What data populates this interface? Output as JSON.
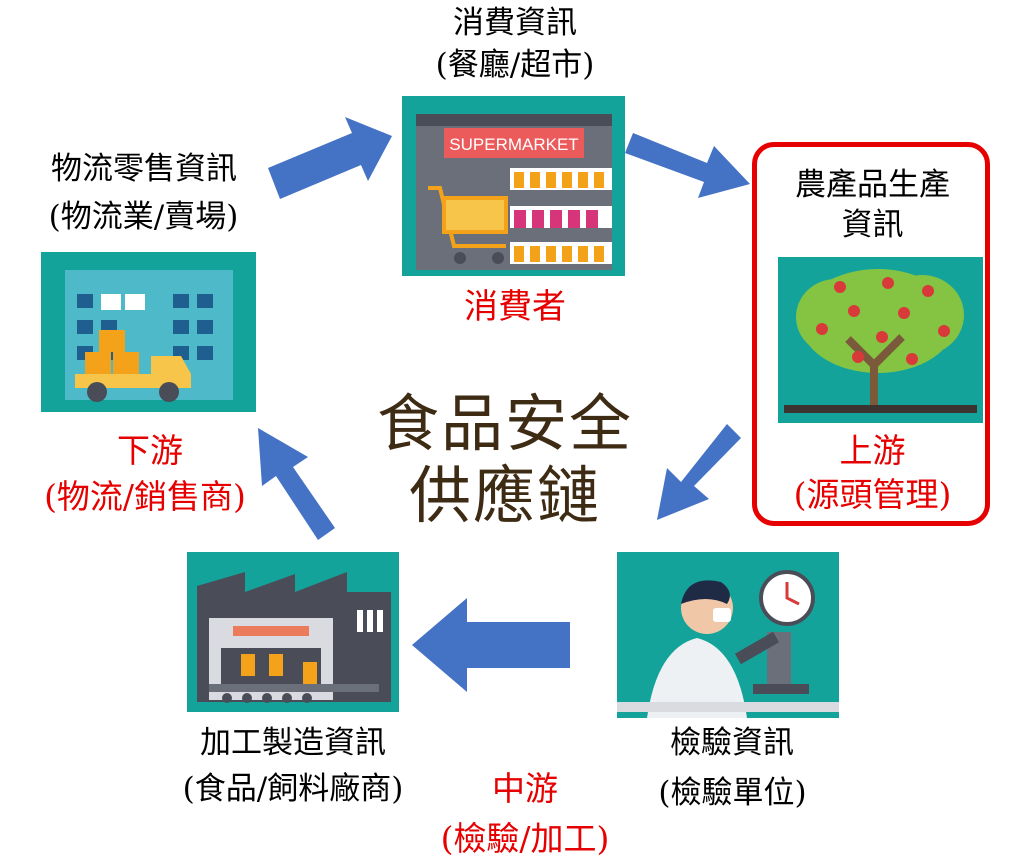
{
  "center_title": {
    "line1": "食品安全",
    "line2": "供應鏈"
  },
  "consumer": {
    "title": "消費資訊",
    "subtitle": "(餐廳/超市)",
    "role": "消費者",
    "sign": "SUPERMARKET"
  },
  "producer": {
    "title_line1": "農產品生產",
    "title_line2": "資訊",
    "role": "上游",
    "role_sub": "(源頭管理)"
  },
  "logistics": {
    "title": "物流零售資訊",
    "subtitle": "(物流業/賣場)",
    "role": "下游",
    "role_sub": "(物流/銷售商)"
  },
  "processing": {
    "title": "加工製造資訊",
    "subtitle": "(食品/飼料廠商)"
  },
  "inspection": {
    "title": "檢驗資訊",
    "subtitle": "(檢驗單位)"
  },
  "midstream": {
    "role": "中游",
    "role_sub": "(檢驗/加工)"
  },
  "colors": {
    "arrow": "#4472c4",
    "tile_teal": "#14a39a",
    "highlight_red": "#e60000",
    "title_brown": "#3e2b14"
  }
}
